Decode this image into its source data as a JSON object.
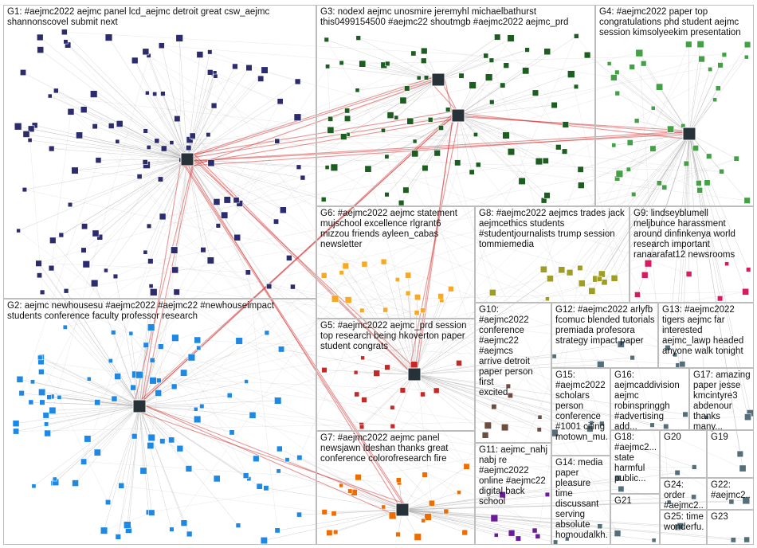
{
  "graph": {
    "colors": {
      "edge": "#9e9e9e",
      "edge_strong": "#d32f2f",
      "panel_border": "#bdbdbd",
      "g1": "#2b2b6e",
      "g2": "#1e88e5",
      "g3": "#1b5e20",
      "g4": "#43a047",
      "g5": "#c62828",
      "g6": "#f9a825",
      "g7": "#ef6c00",
      "g8": "#9e9d24",
      "g9": "#d81b60",
      "g10": "#6d4c41",
      "g11": "#6a1b9a",
      "small": "#546e7a"
    },
    "groups": [
      {
        "id": "G1",
        "text": "G1: #aejmc2022 aejmc panel lcd_aejmc detroit great csw_aejmc\nshannonscovel submit next"
      },
      {
        "id": "G2",
        "text": "G2: aejmc newhousesu #aejmc2022 #aejmc22 #newhouseimpact\nstudents conference faculty professor research"
      },
      {
        "id": "G3",
        "text": "G3: nodexl aejmc unosmire jeremyhl michaelbathurst\nthis0499154500 #aejmc22 shoutmgb #aejmc2022 aejmc_prd"
      },
      {
        "id": "G4",
        "text": "G4: #aejmc2022 paper top\ncongratulations phd student aejmc\nsession kimsolyeekim presentation"
      },
      {
        "id": "G5",
        "text": "G5: #aejmc2022 aejmc_prd session\ntop research being hkoverton paper\nstudent congrats"
      },
      {
        "id": "G6",
        "text": "G6: #aejmc2022 aejmc statement\nmujschool excellence rlgrant6\nmizzou friends ayleen_cabas\nnewsletter"
      },
      {
        "id": "G7",
        "text": "G7: #aejmc2022 aejmc panel\nnewsjawn ldeshan thanks great\nconference colorofresearch fire"
      },
      {
        "id": "G8",
        "text": "G8: #aejmc2022 aejmcs trades jack\naejmcethics students\n#studentjournalists trump session\ntommiemedia"
      },
      {
        "id": "G9",
        "text": "G9: lindseyblumell\nmeljbunce harassment\naround dinfinkenya world\nresearch important\nranaarafat12 newsrooms"
      },
      {
        "id": "G10",
        "text": "G10:\n#aejmc2022\nconference\n#aejmc22 #aejmcs\narrive detroit\npaper person first\nexcited"
      },
      {
        "id": "G11",
        "text": "G11: aejmc_nahj\nnabj re\n#aejmc2022\nonline #aejmc22\ndigital back\nschool"
      },
      {
        "id": "G12",
        "text": "G12: #aejmc2022 arlyfb\nfcomuc blended tutorials\npremiada profesora\nstrategy impact paper"
      },
      {
        "id": "G13",
        "text": "G13: #aejmc2022\ntigers aejmc far\ninterested\naejmc_lawp headed\nanyone walk tonight"
      },
      {
        "id": "G14",
        "text": "G14: media\npaper\npleasure time\ndiscussant\nserving\nabsolute\nhomoudalkh..."
      },
      {
        "id": "G15",
        "text": "G15:\n#aejmc2022\nscholars\nperson\nconference\n#1001 citing\nmotown_mu..."
      },
      {
        "id": "G16",
        "text": "G16:\naejmcaddivision\naejmc\nrobinspringgh\n#advertising add..."
      },
      {
        "id": "G17",
        "text": "G17: amazing\npaper jesse\nkmcintyre3\nabdenour\nthanks many..."
      },
      {
        "id": "G18",
        "text": "G18:\n#aejmc2...\nstate\nharmful\npublic..."
      },
      {
        "id": "G19",
        "text": "G19"
      },
      {
        "id": "G20",
        "text": "G20"
      },
      {
        "id": "G21",
        "text": "G21"
      },
      {
        "id": "G22",
        "text": "G22:\n#aejmc2..."
      },
      {
        "id": "G23",
        "text": "G23"
      },
      {
        "id": "G24",
        "text": "G24: order\n#aejmc2..."
      },
      {
        "id": "G25",
        "text": "G25: time\nwonderfu..."
      }
    ]
  }
}
